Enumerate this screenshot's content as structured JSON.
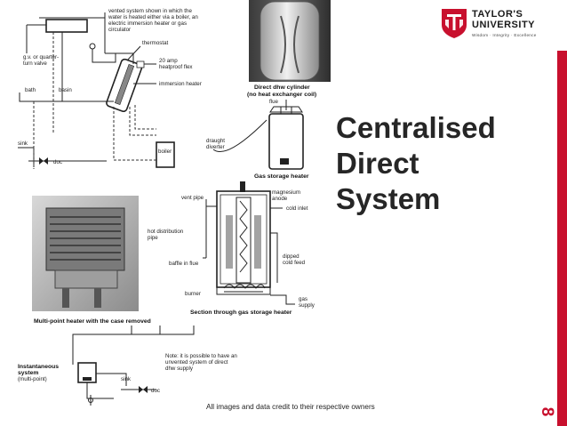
{
  "slide": {
    "title_lines": [
      "Centralised",
      "Direct",
      "System"
    ],
    "slide_number": "8",
    "credit": "All images and data credit to their respective owners"
  },
  "logo": {
    "line1": "TAYLOR'S",
    "line2": "UNIVERSITY",
    "tagline": "Wisdom · Integrity · Excellence"
  },
  "diagram": {
    "vented_note": [
      "vented system shown in which the",
      "water is heated either via a boiler, an",
      "electric immersion heater or gas",
      "circulator"
    ],
    "gv_valve": [
      "g.v. or quarter-",
      "turn valve"
    ],
    "thermostat": "thermostat",
    "flex": [
      "20 amp",
      "heatproof flex"
    ],
    "immersion_heater": "immersion heater",
    "bath": "bath",
    "basin": "basin",
    "sink": "sink",
    "doc": "doc",
    "boiler": "boiler",
    "cylinder_caption": [
      "Direct dhw cylinder",
      "(no heat exchanger coil)"
    ],
    "flue": "flue",
    "draught_diverter": [
      "draught",
      "diverter"
    ],
    "gas_storage_heater": "Gas storage heater",
    "vent_pipe": "vent pipe",
    "magnesium_anode": [
      "magnesium",
      "anode"
    ],
    "cold_inlet": "cold inlet",
    "hot_distribution": [
      "hot distribution",
      "pipe"
    ],
    "baffle": "baffle in flue",
    "dipped_feed": [
      "dipped",
      "cold feed"
    ],
    "burner": "burner",
    "gas_supply": [
      "gas",
      "supply"
    ],
    "section_caption": "Section through gas storage heater",
    "multipoint_caption": "Multi-point heater with the case removed",
    "instantaneous": [
      "Instantaneous",
      "system",
      "(multi-point)"
    ],
    "sink2": "sink",
    "doc2": "doc",
    "unvented_note": [
      "Note: it is possible to have an",
      "unvented system of direct",
      "dhw supply"
    ]
  }
}
